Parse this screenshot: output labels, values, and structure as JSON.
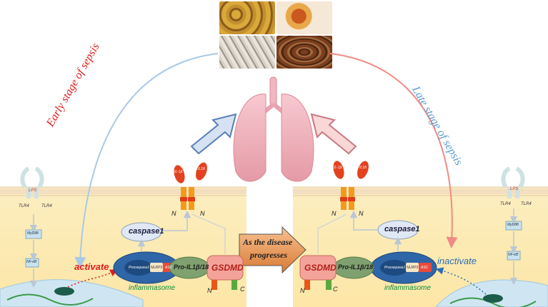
{
  "labels": {
    "early_stage": "Early stage of sepsis",
    "late_stage": "Late stage of sepsis",
    "activate": "activate",
    "inactivate": "inactivate",
    "progress_line1": "As the disease",
    "progress_line2": "progresses",
    "lps": "LPS",
    "tlr4": "TLR4",
    "caspase1": "caspase1",
    "pro_il": "Pro-IL1β/18",
    "gsdmd": "GSDMD",
    "inflammasome": "inflammasome",
    "il1b": "IL-1β",
    "il18": "IL18",
    "n_term": "N",
    "c_term": "C",
    "nlrp3": "NLRP3",
    "asc": "ASC",
    "procaspase": "Procaspase1",
    "nfkb": "NF-κB",
    "myd88": "MyD88"
  },
  "colors": {
    "early_arrow": "#a9c9e6",
    "late_arrow": "#f08a84",
    "activate_text": "#e11b1b",
    "inactivate_text": "#2a6fb4",
    "gsdmd_box": "#f4a39a",
    "inflammasome_text": "#0a8c3a"
  }
}
